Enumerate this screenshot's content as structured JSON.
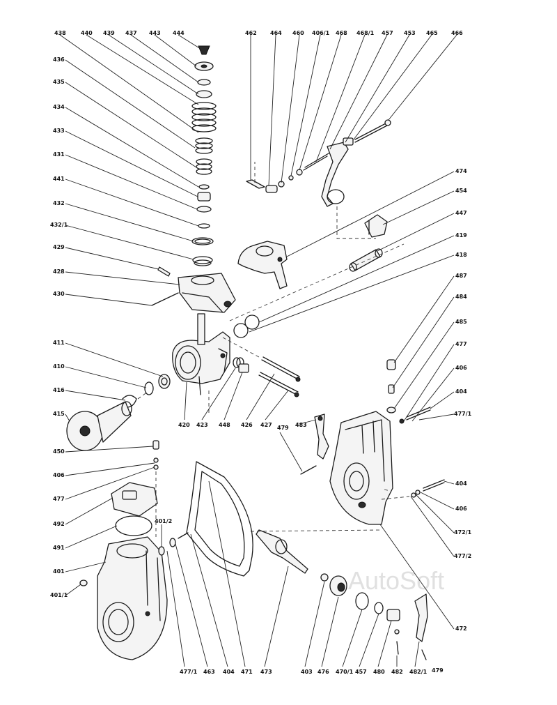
{
  "watermark": "AutoSoft",
  "colors": {
    "ink": "#1a1a1a",
    "paper": "#ffffff",
    "watermark": "#e0e0e0"
  },
  "callouts": {
    "top_left": [
      "438",
      "440",
      "439",
      "437",
      "443",
      "444"
    ],
    "left_column": [
      "436",
      "435",
      "434",
      "433",
      "431",
      "441",
      "432",
      "432/1",
      "429",
      "428",
      "430"
    ],
    "left_mid": [
      "411",
      "410",
      "416",
      "415"
    ],
    "left_lower": [
      "450",
      "406",
      "477",
      "492",
      "491",
      "401",
      "401/1"
    ],
    "left_mid_other": [
      "401/2"
    ],
    "center_bottom_mid": [
      "420",
      "423",
      "448",
      "426",
      "427"
    ],
    "top_right": [
      "462",
      "464",
      "460",
      "406/1",
      "468",
      "468/1",
      "457",
      "453",
      "465",
      "466"
    ],
    "right_column": [
      "474",
      "454",
      "447",
      "419",
      "418",
      "487",
      "484",
      "485",
      "477",
      "406",
      "404",
      "477/1"
    ],
    "right_lower": [
      "404",
      "406",
      "472/1",
      "477/2",
      "472"
    ],
    "mid_right": [
      "479",
      "483"
    ],
    "bottom": [
      "477/1",
      "463",
      "404",
      "471",
      "473",
      "403",
      "476",
      "470/1",
      "457",
      "480",
      "482",
      "482/1",
      "479"
    ]
  }
}
